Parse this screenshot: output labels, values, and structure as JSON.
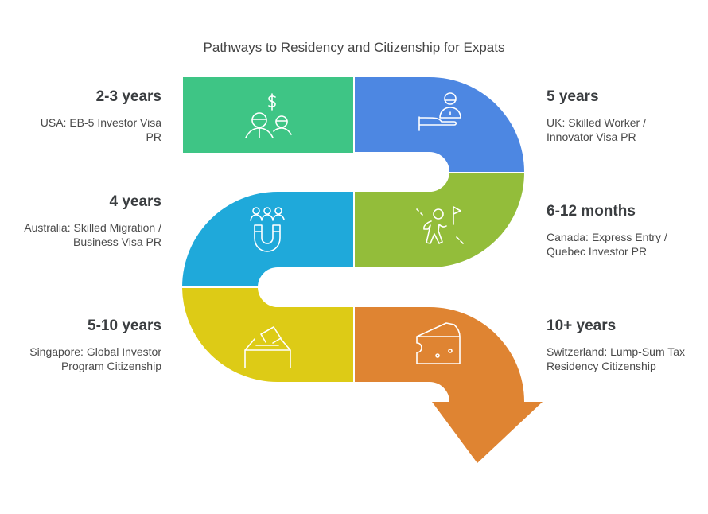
{
  "title": "Pathways to Residency and Citizenship for Expats",
  "colors": {
    "usa": "#3ec585",
    "uk": "#4d87e2",
    "canada": "#93bd3a",
    "australia": "#1fa9da",
    "singapore": "#ddcb16",
    "switzerland": "#df8432"
  },
  "steps": [
    {
      "duration": "2-3 years",
      "description": "USA: EB-5 Investor Visa PR",
      "icon": "investors-dollar-icon"
    },
    {
      "duration": "5 years",
      "description": "UK: Skilled Worker / Innovator Visa PR",
      "icon": "worker-desk-icon"
    },
    {
      "duration": "6-12 months",
      "description": "Canada: Express Entry / Quebec Investor PR",
      "icon": "runner-flag-icon"
    },
    {
      "duration": "4 years",
      "description": "Australia: Skilled Migration / Business Visa PR",
      "icon": "magnet-people-icon"
    },
    {
      "duration": "5-10 years",
      "description": "Singapore: Global Investor Program Citizenship",
      "icon": "ballot-box-icon"
    },
    {
      "duration": "10+ years",
      "description": "Switzerland: Lump-Sum Tax Residency Citizenship",
      "icon": "cheese-icon"
    }
  ]
}
